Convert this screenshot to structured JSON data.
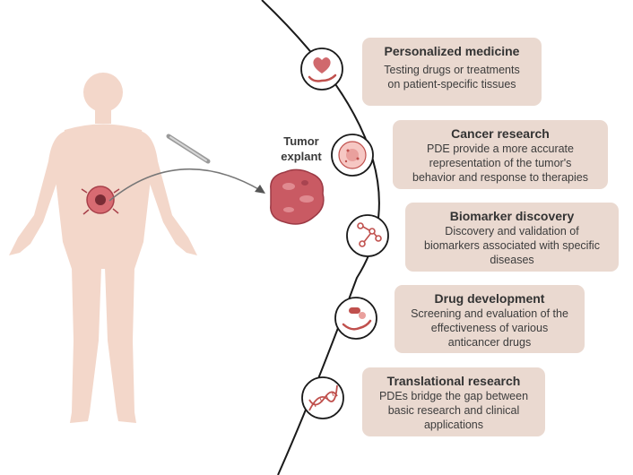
{
  "tumor_label": {
    "line1": "Tumor",
    "line2": "explant"
  },
  "applications": [
    {
      "title": "Personalized medicine",
      "text": [
        "Testing drugs or treatments",
        "on patient-specific tissues"
      ],
      "icon": "heart-in-hand-icon"
    },
    {
      "title": "Cancer research",
      "text": [
        "PDE provide a more accurate",
        "representation of the tumor's",
        "behavior and response to therapies"
      ],
      "icon": "cell-icon"
    },
    {
      "title": "Biomarker discovery",
      "text": [
        "Discovery and validation of",
        "biomarkers associated with specific",
        "diseases"
      ],
      "icon": "molecule-icon"
    },
    {
      "title": "Drug development",
      "text": [
        "Screening and evaluation of the",
        "effectiveness of various",
        "anticancer drugs"
      ],
      "icon": "pills-in-hand-icon"
    },
    {
      "title": "Translational research",
      "text": [
        "PDEs bridge the gap between",
        "basic research and clinical",
        "applications"
      ],
      "icon": "dna-icon"
    }
  ],
  "colors": {
    "card_bg": "#ead9d0",
    "body": "#f3d7ca",
    "tumor": "#c95a63",
    "accent": "#c0504d",
    "line": "#1a1a1a"
  }
}
